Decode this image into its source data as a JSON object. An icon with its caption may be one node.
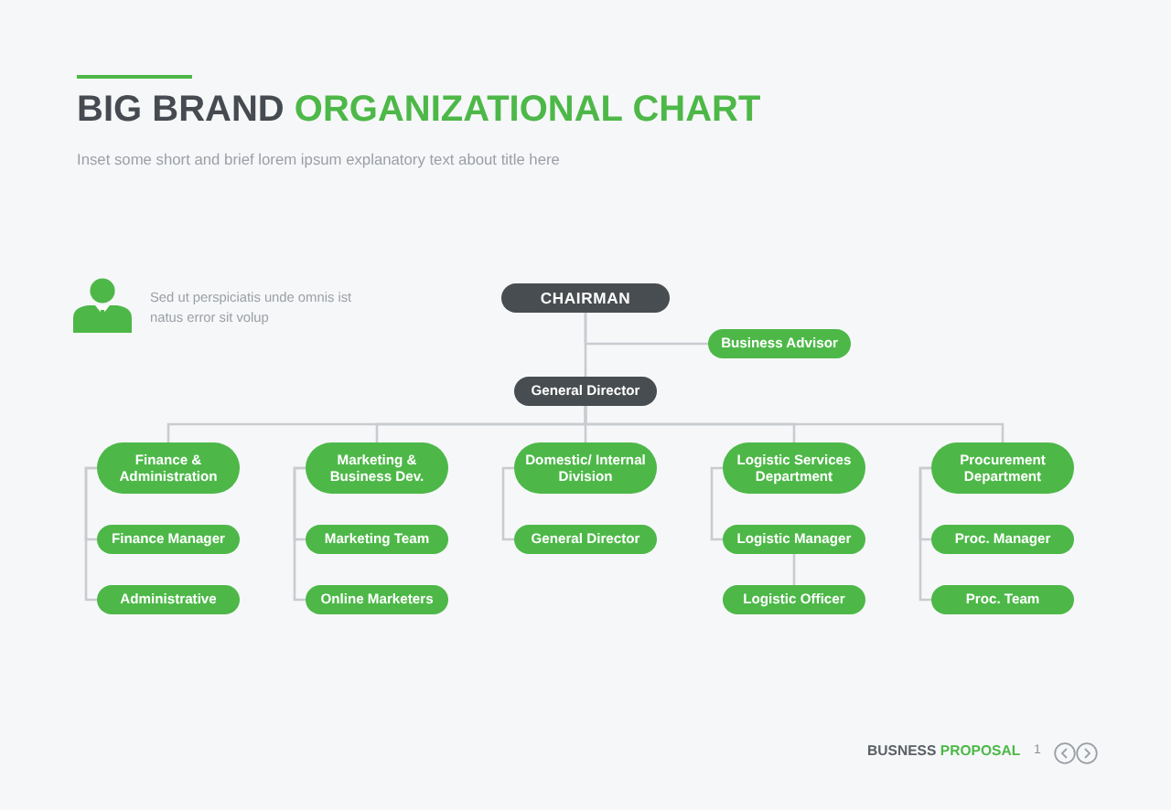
{
  "diagram": {
    "title": "BIG BRAND ORGANIZATIONAL CHART",
    "nodes": [
      {
        "text": [
          "CHAIRMAN"
        ]
      },
      {
        "text": [
          "Business Advisor"
        ]
      },
      {
        "text": [
          "General Director"
        ]
      },
      {
        "text": [
          "Finance & Administration"
        ]
      },
      {
        "text": [
          "Marketing & Business Dev."
        ]
      },
      {
        "text": [
          "Domestic/ Internal Division"
        ]
      },
      {
        "text": [
          "Logistic Services Department"
        ]
      },
      {
        "text": [
          "Procurement Department"
        ]
      },
      {
        "text": [
          "Finance Manager"
        ]
      },
      {
        "text": [
          "Administrative"
        ]
      },
      {
        "text": [
          "Marketing Team"
        ]
      },
      {
        "text": [
          "Online Marketers"
        ]
      },
      {
        "text": [
          "General Director"
        ]
      },
      {
        "text": [
          "Logistic Manager"
        ]
      },
      {
        "text": [
          "Logistic Officer"
        ]
      },
      {
        "text": [
          "Proc. Manager"
        ]
      },
      {
        "text": [
          "Proc. Team"
        ]
      }
    ],
    "edges": [
      {
        "from": 0,
        "to": 2,
        "arrow": "none"
      },
      {
        "from": 0,
        "to": 1,
        "arrow": "none"
      },
      {
        "from": 2,
        "to": 3,
        "arrow": "none"
      },
      {
        "from": 2,
        "to": 4,
        "arrow": "none"
      },
      {
        "from": 2,
        "to": 5,
        "arrow": "none"
      },
      {
        "from": 2,
        "to": 6,
        "arrow": "none"
      },
      {
        "from": 2,
        "to": 7,
        "arrow": "none"
      },
      {
        "from": 3,
        "to": 8,
        "arrow": "none"
      },
      {
        "from": 3,
        "to": 9,
        "arrow": "none"
      },
      {
        "from": 4,
        "to": 10,
        "arrow": "none"
      },
      {
        "from": 4,
        "to": 11,
        "arrow": "none"
      },
      {
        "from": 5,
        "to": 12,
        "arrow": "none"
      },
      {
        "from": 6,
        "to": 13,
        "arrow": "none"
      },
      {
        "from": 13,
        "to": 14,
        "arrow": "none"
      },
      {
        "from": 7,
        "to": 15,
        "arrow": "none"
      },
      {
        "from": 7,
        "to": 16,
        "arrow": "none"
      }
    ],
    "labels": [
      "Inset some short and brief lorem ipsum explanatory text about title here",
      "Sed ut perspiciatis unde omnis ist natus error sit volup",
      "BUSNESS PROPOSAL",
      "1"
    ]
  }
}
